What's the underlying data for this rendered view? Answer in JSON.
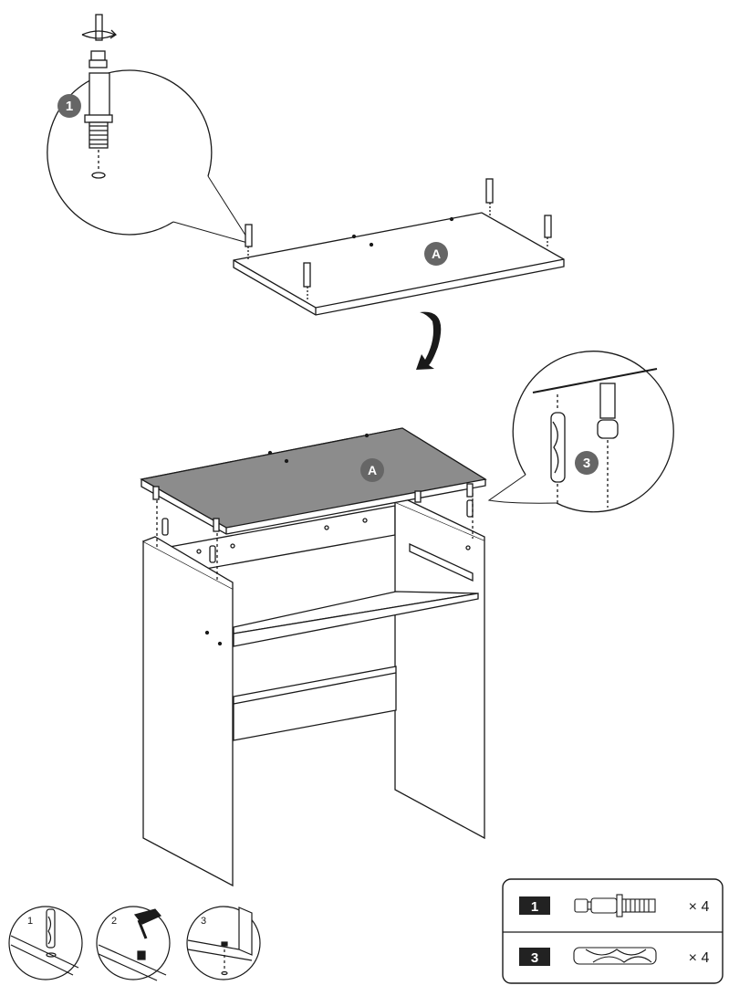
{
  "labels": {
    "panel_a": "A",
    "panel_a_top": "A",
    "part_1": "1",
    "part_3": "3"
  },
  "steps": [
    {
      "number": "1",
      "icon": "dowel-insert-icon"
    },
    {
      "number": "2",
      "icon": "hammer-icon"
    },
    {
      "number": "3",
      "icon": "panel-join-icon"
    }
  ],
  "parts": [
    {
      "id": "1",
      "icon": "cam-bolt-icon",
      "qty": "× 4"
    },
    {
      "id": "3",
      "icon": "wood-dowel-icon",
      "qty": "× 4"
    }
  ],
  "colors": {
    "line": "#1a1a1a",
    "badge": "#666666",
    "top_panel": "#8c8c8c",
    "part_box": "#222222"
  }
}
